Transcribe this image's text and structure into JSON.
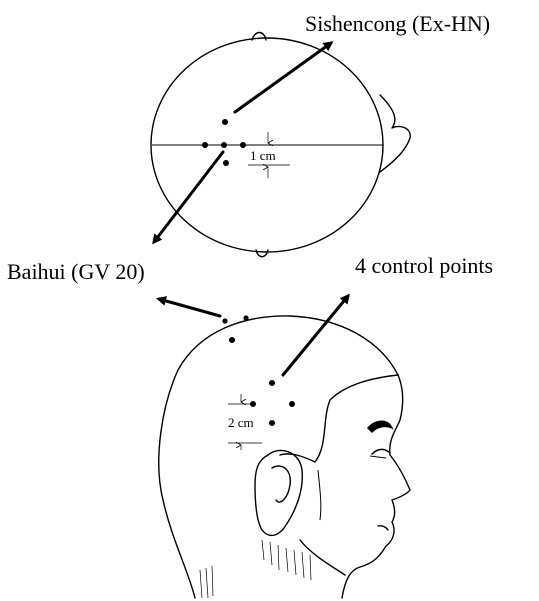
{
  "labels": {
    "sishencong": "Sishencong (Ex-HN)",
    "baihui": "Baihui (GV 20)",
    "control_points": "4 control points",
    "top_scale": "1 cm",
    "side_scale": "2 cm"
  },
  "colors": {
    "ink": "#000000",
    "background": "#ffffff"
  }
}
